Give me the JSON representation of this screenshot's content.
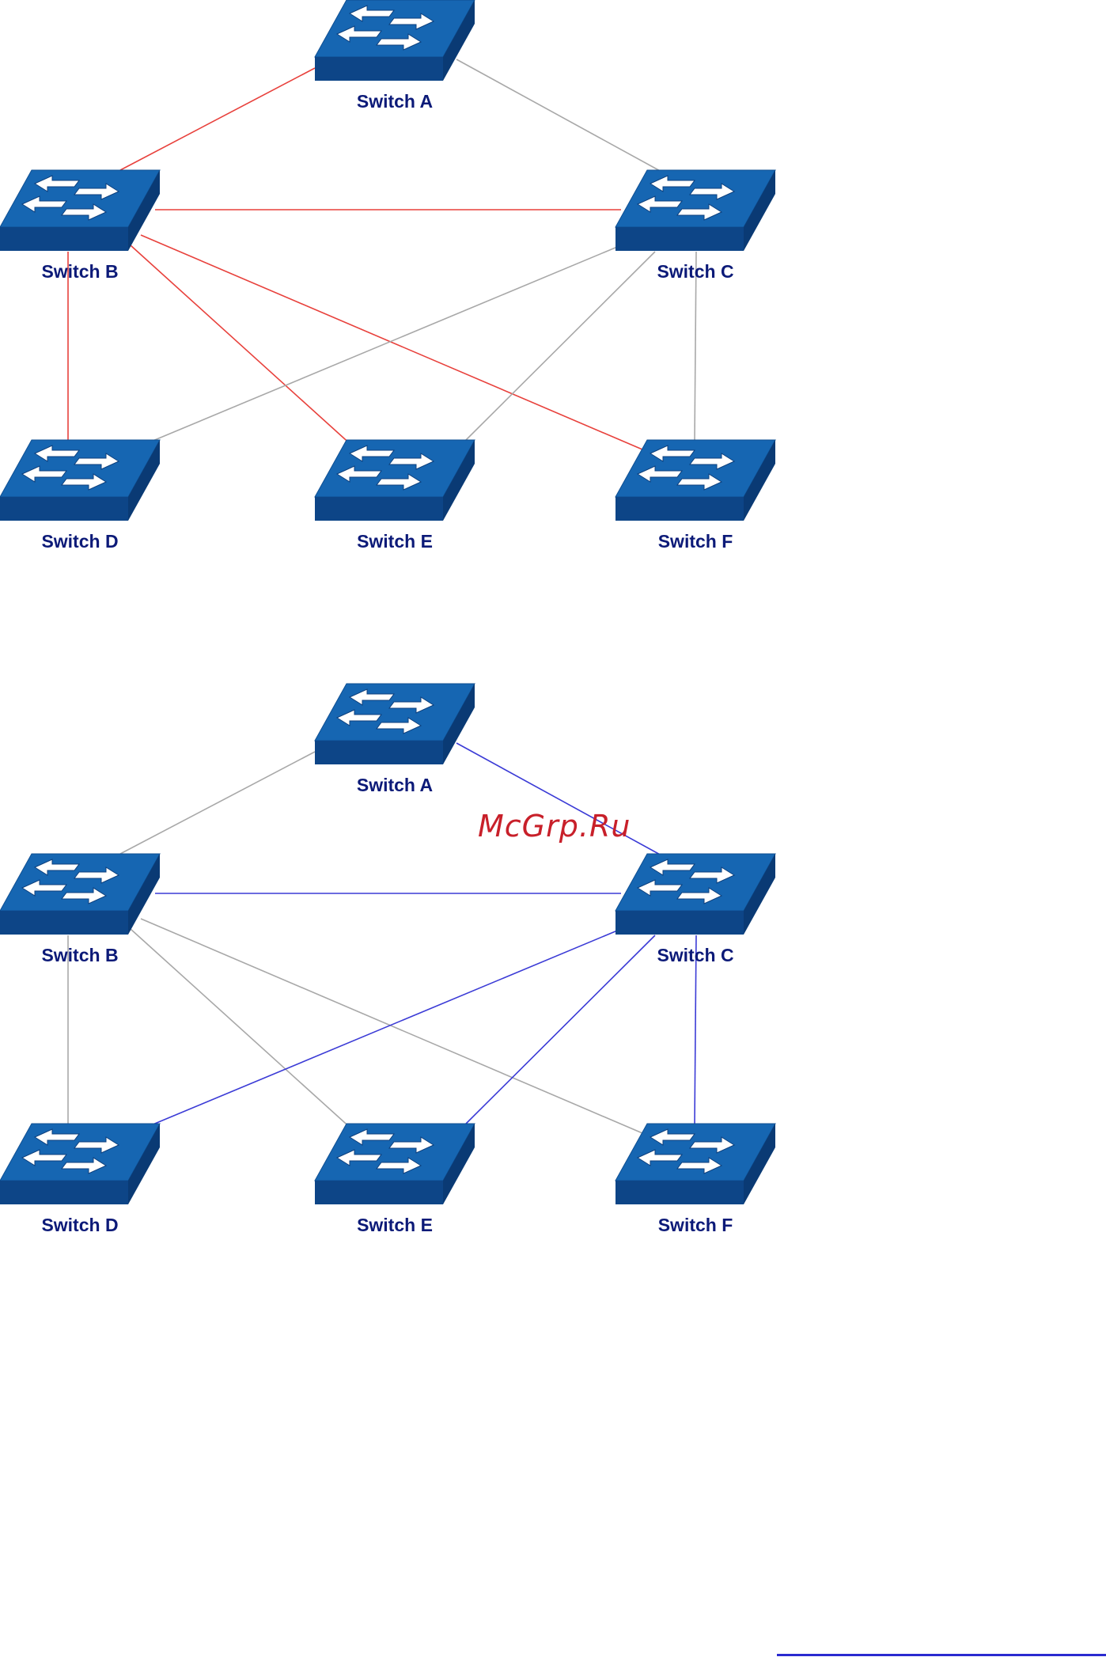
{
  "colors": {
    "switch_top": "#1666b2",
    "switch_top_dark": "#0f4f92",
    "switch_front": "#0d4587",
    "switch_side": "#0a3a74",
    "label": "#0c1a78",
    "inactive_link": "#a8a8a8",
    "diagram1_active_link": "#e8413c",
    "diagram2_active_link": "#3b3bd6",
    "footer_rule": "#2a2ad0"
  },
  "diagrams": [
    {
      "id": "diagram-1",
      "switches": [
        {
          "id": "A",
          "label": "Switch A"
        },
        {
          "id": "B",
          "label": "Switch B"
        },
        {
          "id": "C",
          "label": "Switch C"
        },
        {
          "id": "D",
          "label": "Switch D"
        },
        {
          "id": "E",
          "label": "Switch E"
        },
        {
          "id": "F",
          "label": "Switch F"
        }
      ],
      "links": [
        {
          "from": "A",
          "to": "B",
          "active": true
        },
        {
          "from": "A",
          "to": "C",
          "active": false
        },
        {
          "from": "B",
          "to": "C",
          "active": true
        },
        {
          "from": "B",
          "to": "D",
          "active": true
        },
        {
          "from": "B",
          "to": "E",
          "active": true
        },
        {
          "from": "B",
          "to": "F",
          "active": true
        },
        {
          "from": "C",
          "to": "D",
          "active": false
        },
        {
          "from": "C",
          "to": "E",
          "active": false
        },
        {
          "from": "C",
          "to": "F",
          "active": false
        }
      ]
    },
    {
      "id": "diagram-2",
      "switches": [
        {
          "id": "A",
          "label": "Switch A"
        },
        {
          "id": "B",
          "label": "Switch B"
        },
        {
          "id": "C",
          "label": "Switch C"
        },
        {
          "id": "D",
          "label": "Switch D"
        },
        {
          "id": "E",
          "label": "Switch E"
        },
        {
          "id": "F",
          "label": "Switch F"
        }
      ],
      "links": [
        {
          "from": "A",
          "to": "B",
          "active": false
        },
        {
          "from": "A",
          "to": "C",
          "active": true
        },
        {
          "from": "B",
          "to": "C",
          "active": true
        },
        {
          "from": "B",
          "to": "D",
          "active": false
        },
        {
          "from": "B",
          "to": "E",
          "active": false
        },
        {
          "from": "B",
          "to": "F",
          "active": false
        },
        {
          "from": "C",
          "to": "D",
          "active": true
        },
        {
          "from": "C",
          "to": "E",
          "active": true
        },
        {
          "from": "C",
          "to": "F",
          "active": true
        }
      ]
    }
  ],
  "watermark": {
    "text": "McGrp.Ru"
  }
}
